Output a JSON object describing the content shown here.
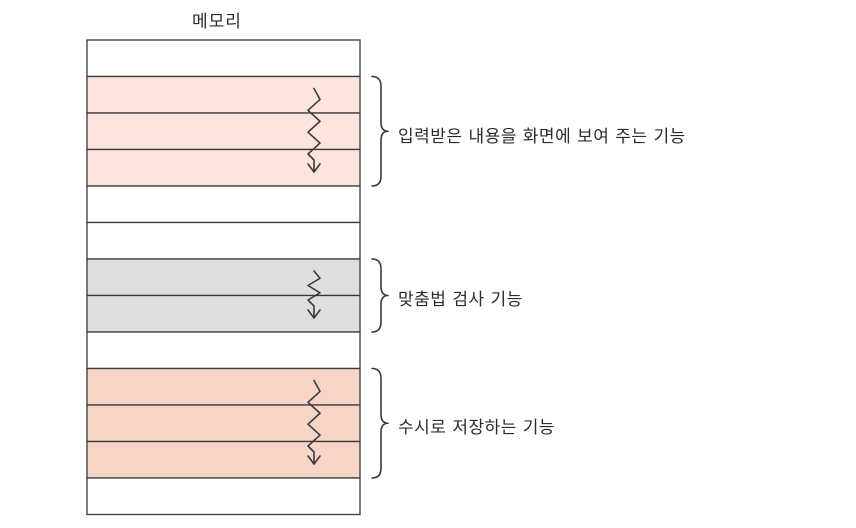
{
  "memory": {
    "title": "메모리",
    "rows": [
      {
        "group": null
      },
      {
        "group": 0
      },
      {
        "group": 0
      },
      {
        "group": 0
      },
      {
        "group": null
      },
      {
        "group": null
      },
      {
        "group": 1
      },
      {
        "group": 1
      },
      {
        "group": null
      },
      {
        "group": 2
      },
      {
        "group": 2
      },
      {
        "group": 2
      },
      {
        "group": null
      }
    ]
  },
  "groups": [
    {
      "label": "입력받은 내용을 화면에 보여 주는 기능",
      "color": "#fde5dd"
    },
    {
      "label": "맞춤법 검사 기능",
      "color": "#dedede"
    },
    {
      "label": "수시로 저장하는 기능",
      "color": "#f6d4c6"
    }
  ],
  "colors": {
    "empty": "#ffffff",
    "line": "#3a3a3a"
  }
}
